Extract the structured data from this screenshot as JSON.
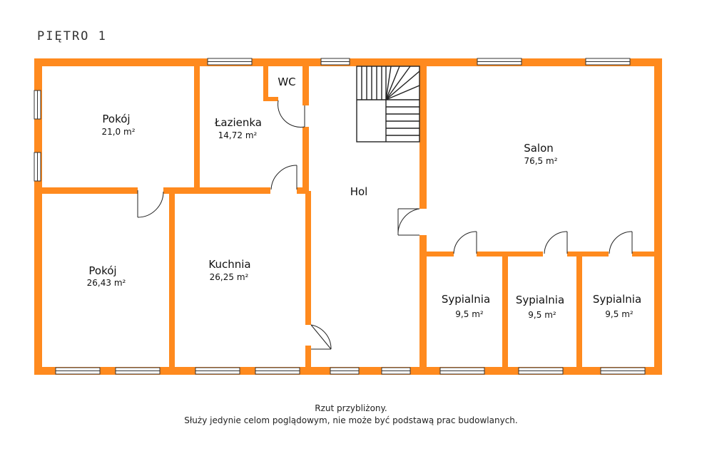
{
  "floor_title": "PIĘTRO 1",
  "colors": {
    "wall": "#ff8a1e",
    "window_frame": "#333333",
    "door_line": "#222222"
  },
  "rooms": [
    {
      "id": "pokoj-1",
      "name": "Pokój",
      "area": "21,0 m²"
    },
    {
      "id": "lazienka",
      "name": "Łazienka",
      "area": "14,72 m²"
    },
    {
      "id": "wc",
      "name": "WC",
      "area": ""
    },
    {
      "id": "hol",
      "name": "Hol",
      "area": ""
    },
    {
      "id": "salon",
      "name": "Salon",
      "area": "76,5 m²"
    },
    {
      "id": "pokoj-2",
      "name": "Pokój",
      "area": "26,43 m²"
    },
    {
      "id": "kuchnia",
      "name": "Kuchnia",
      "area": "26,25 m²"
    },
    {
      "id": "sypialnia-1",
      "name": "Sypialnia",
      "area": "9,5 m²"
    },
    {
      "id": "sypialnia-2",
      "name": "Sypialnia",
      "area": "9,5 m²"
    },
    {
      "id": "sypialnia-3",
      "name": "Sypialnia",
      "area": "9,5 m²"
    }
  ],
  "disclaimer": {
    "line1": "Rzut przybliżony.",
    "line2": "Służy jedynie celom poglądowym, nie może być podstawą prac budowlanych."
  }
}
